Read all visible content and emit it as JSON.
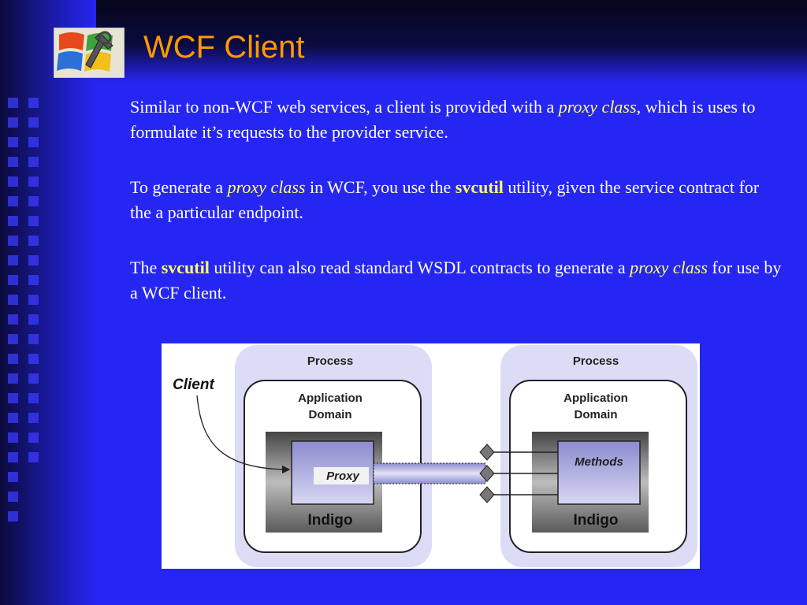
{
  "slide": {
    "title": "WCF Client",
    "paragraphs": [
      {
        "s1": "Similar to non-WCF web services, a client is provided with a ",
        "e1": "proxy class",
        "s2": ", which is uses to formulate it’s requests to the provider service."
      },
      {
        "s1": "To generate a ",
        "e1": "proxy class",
        "s2": " in WCF, you use the ",
        "b1": "svcutil",
        "s3": " utility, given the service contract for the a particular endpoint."
      },
      {
        "s1": "The ",
        "b1": "svcutil",
        "s2": " utility can also read standard WSDL contracts to generate a ",
        "e1": "proxy class",
        "s3": " for use by a WCF client."
      }
    ]
  },
  "diagram": {
    "client_label": "Client",
    "left": {
      "process": "Process",
      "domain_line1": "Application",
      "domain_line2": "Domain",
      "inner": "Proxy",
      "indigo": "Indigo"
    },
    "right": {
      "process": "Process",
      "domain_line1": "Application",
      "domain_line2": "Domain",
      "inner": "Methods",
      "indigo": "Indigo"
    }
  },
  "colors": {
    "background": "#2626f2",
    "title": "#ff9900",
    "emphasis": "#ffff66",
    "text": "#ffffff"
  }
}
